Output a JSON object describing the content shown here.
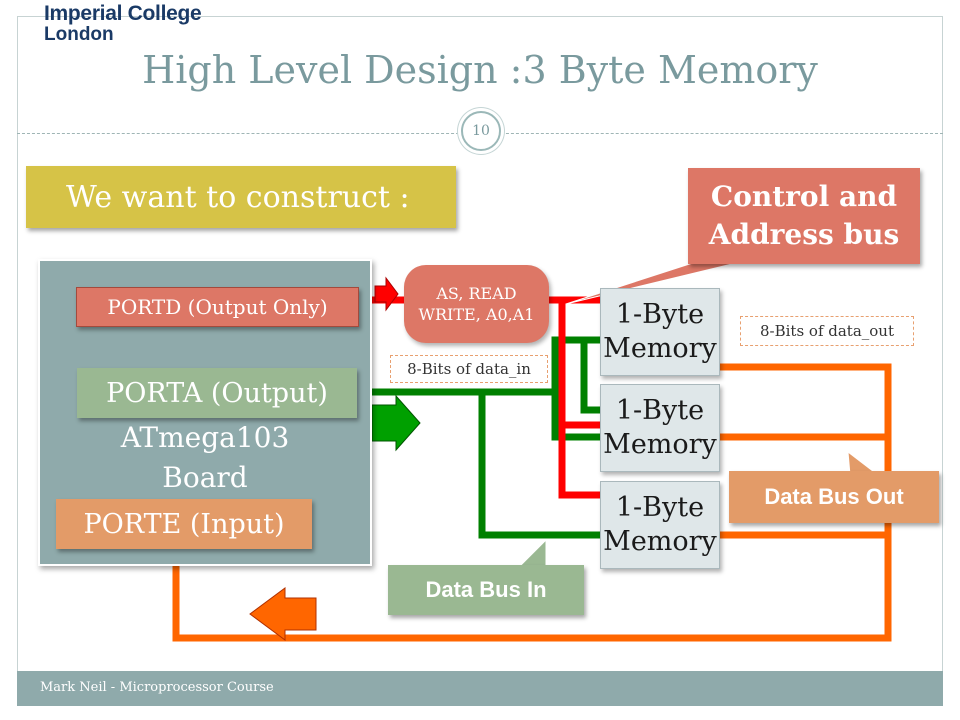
{
  "header": {
    "logo_line1": "Imperial College",
    "logo_line2": "London",
    "title": "High Level Design :3 Byte Memory",
    "page_number": "10"
  },
  "callouts": {
    "construct": "We want to construct :",
    "control_line1": "Control and",
    "control_line2": "Address bus",
    "data_bus_in": "Data Bus  In",
    "data_bus_out": "Data Bus Out"
  },
  "board": {
    "portd": "PORTD (Output Only)",
    "porta": "PORTA (Output)",
    "name_line1": "ATmega103",
    "name_line2": "Board",
    "porte": "PORTE (Input)"
  },
  "signals": {
    "line1": "AS, READ",
    "line2": "WRITE, A0,A1"
  },
  "memories": [
    {
      "line1": "1-Byte",
      "line2": "Memory"
    },
    {
      "line1": "1-Byte",
      "line2": "Memory"
    },
    {
      "line1": "1-Byte",
      "line2": "Memory"
    }
  ],
  "bus_labels": {
    "data_in": "8-Bits of data_in",
    "data_out": "8-Bits of data_out"
  },
  "colors": {
    "control_bus": "#ff0000",
    "data_in_bus": "#008000",
    "data_out_bus": "#ff6600"
  },
  "footer": {
    "text": "Mark Neil - Microprocessor Course"
  }
}
